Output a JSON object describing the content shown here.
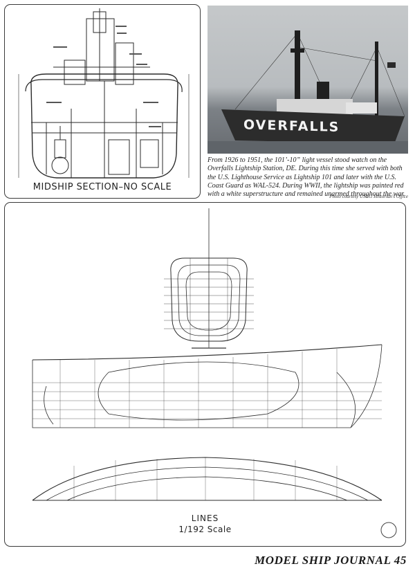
{
  "midship": {
    "caption": "MIDSHIP SECTION–NO SCALE"
  },
  "photo": {
    "hull_lettering": "OVERFALLS",
    "caption": "From 1926 to 1951, the 101’-10” light vessel stood watch on the Overfalls Lightship Station, DE. During this time she served with both the U.S. Lighthouse Service as Lightship 101 and later with the U.S. Coast Guard as WAL-524. During WWII, the lightship was painted red with a white superstructure and remained unarmed throughout the war.",
    "credit": "Photo courtesy USCG Historian's Office"
  },
  "lines": {
    "title": "LINES",
    "scale": "1/192 Scale"
  },
  "footer": {
    "text": "MODEL SHIP JOURNAL 45"
  }
}
